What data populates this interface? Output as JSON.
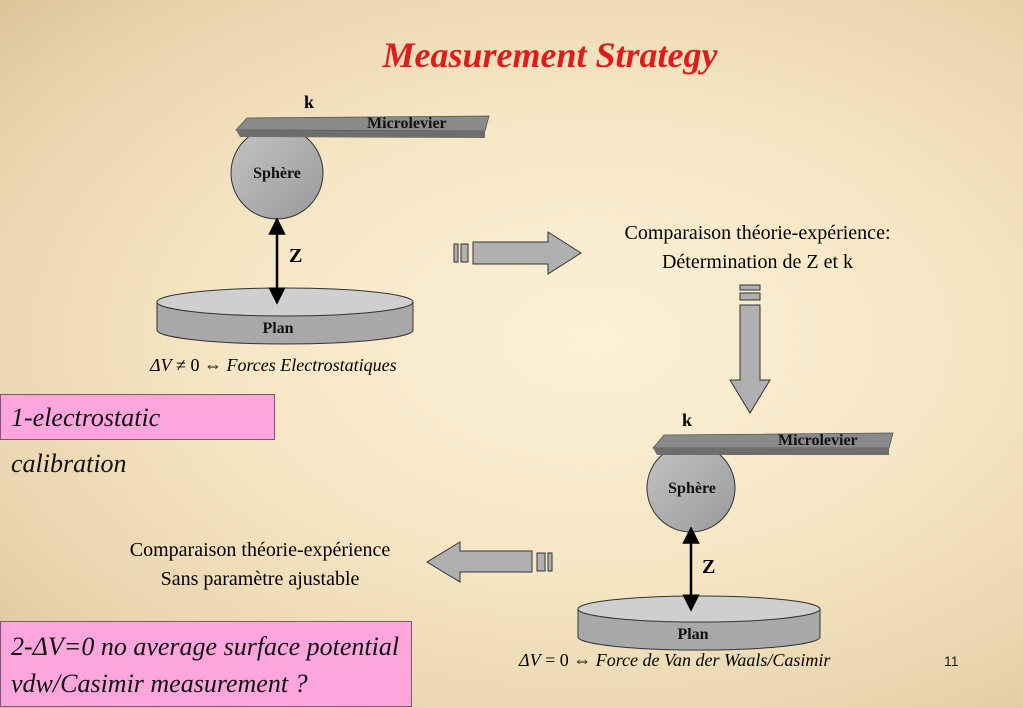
{
  "title": "Measurement Strategy",
  "diagram_top": {
    "k_label": "k",
    "cantilever_label": "Microlevier",
    "sphere_label": "Sphère",
    "z_label": "Z",
    "plan_label": "Plan",
    "formula_delta": "ΔV",
    "formula_op": " ≠ 0 ⇔ ",
    "formula_text": "Forces Electrostatiques"
  },
  "diagram_bottom": {
    "k_label": "k",
    "cantilever_label": "Microlevier",
    "sphere_label": "Sphère",
    "z_label": "Z",
    "plan_label": "Plan",
    "formula_delta": "ΔV",
    "formula_op": " = 0 ⇔ ",
    "formula_text": "Force de Van der Waals/Casimir"
  },
  "comparison_top": {
    "line1": "Comparaison théorie-expérience:",
    "line2": "Détermination de Z et k"
  },
  "comparison_bottom": {
    "line1": "Comparaison théorie-expérience",
    "line2": "Sans paramètre ajustable"
  },
  "step1": {
    "label": "1-electrostatic calibration"
  },
  "step2": {
    "line1": "2-ΔV=0 no average surface potential",
    "line2": "vdw/Casimir measurement ?"
  },
  "page_number": "11",
  "colors": {
    "title": "#e11a1a",
    "pink_box": "#fca6dd",
    "sphere": "#a9a9a9",
    "cantilever": "#8a8a8a",
    "arrow_fill": "#b0b0b0"
  }
}
